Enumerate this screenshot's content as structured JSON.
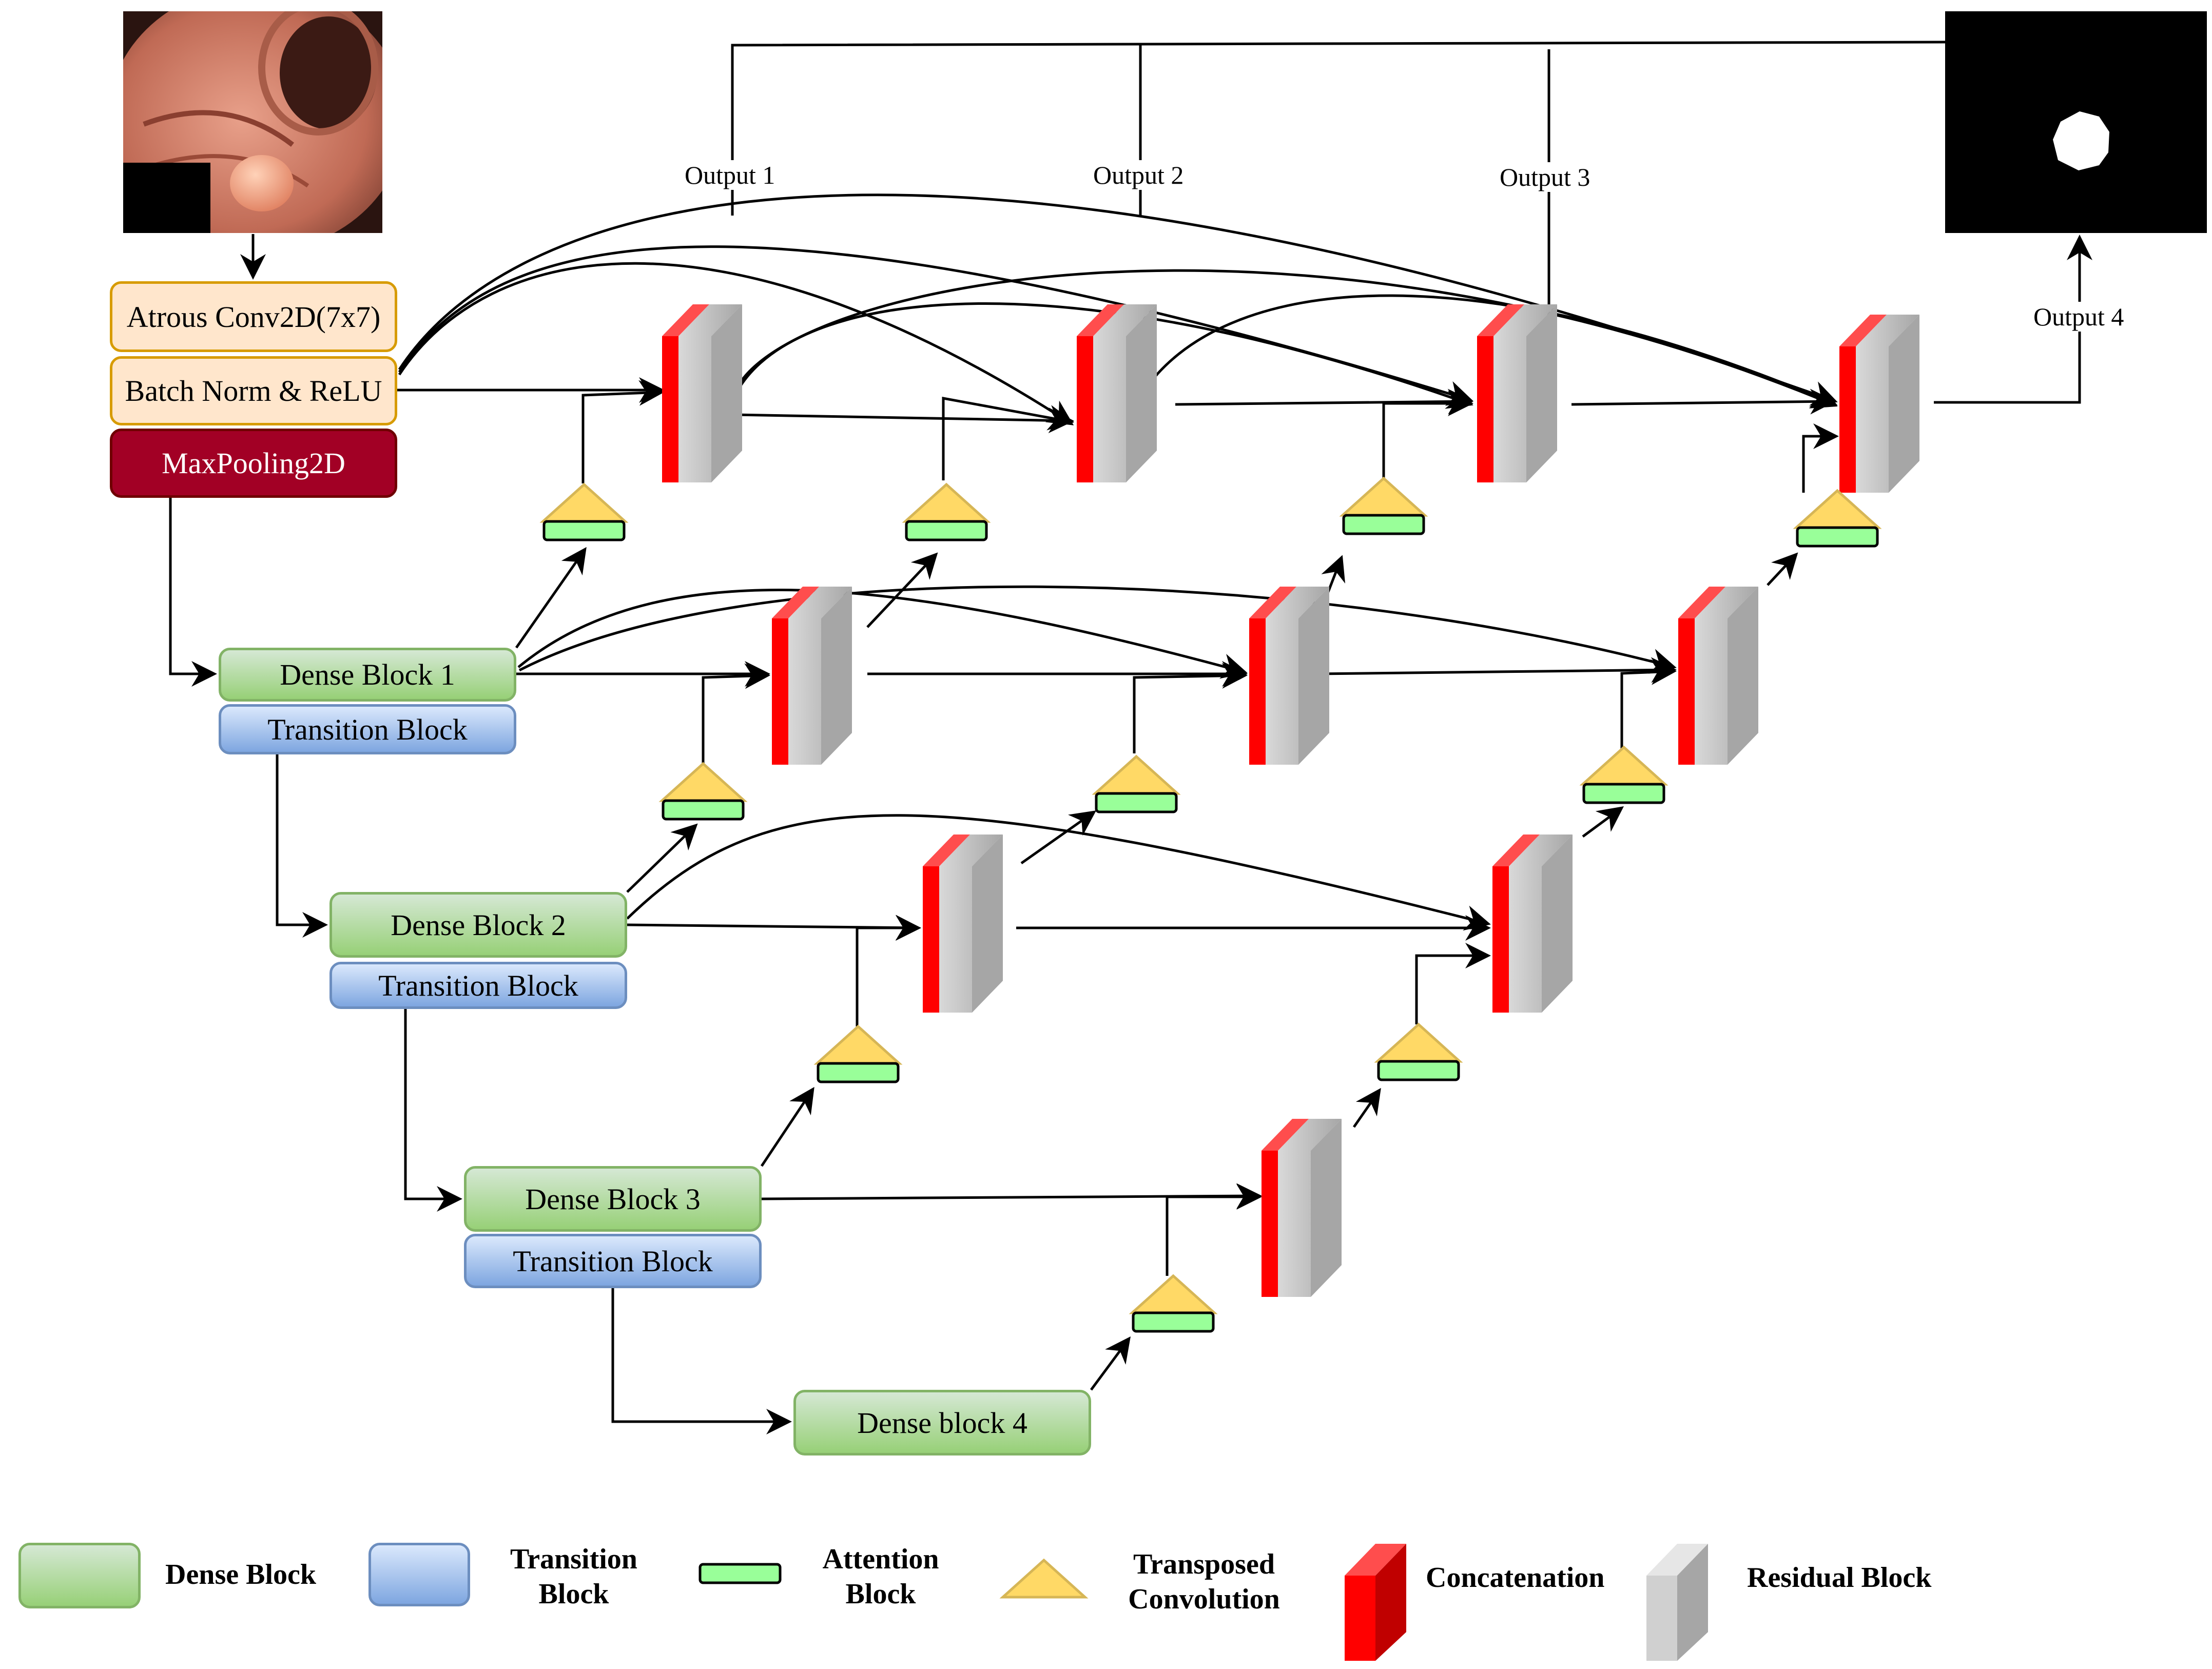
{
  "blocks": {
    "atrous_conv": "Atrous Conv2D(7x7)",
    "batch_norm": "Batch Norm & ReLU",
    "maxpool": "MaxPooling2D",
    "dense_1": "Dense Block 1",
    "transition_1": "Transition Block",
    "dense_2": "Dense Block 2",
    "transition_2": "Transition Block",
    "dense_3": "Dense Block 3",
    "transition_3": "Transition Block",
    "dense_4": "Dense block 4"
  },
  "outputs": {
    "output_1": "Output 1",
    "output_2": "Output 2",
    "output_3": "Output 3",
    "output_4": "Output 4"
  },
  "legend": {
    "dense": "Dense Block",
    "transition_line1": "Transition",
    "transition_line2": "Block",
    "attention_line1": "Attention",
    "attention_line2": "Block",
    "transposed_line1": "Transposed",
    "transposed_line2": "Convolution",
    "concatenation": "Concatenation",
    "residual": "Residual Block"
  },
  "colors": {
    "concat_red": "#ff0000",
    "residual_gray": "#a6a6a6",
    "attention_green": "#99ff99",
    "transposed_yellow": "#ffd966",
    "dense_green": "#97d077",
    "transition_blue": "#7ea6e0",
    "maxpool_maroon": "#a20025"
  }
}
